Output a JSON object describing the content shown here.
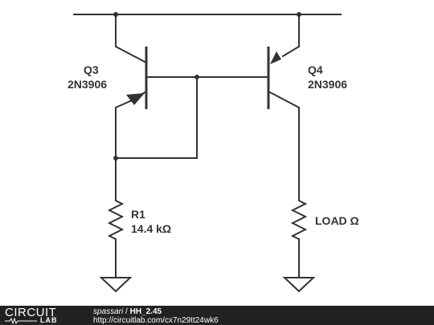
{
  "components": {
    "q3": {
      "ref": "Q3",
      "part": "2N3906"
    },
    "q4": {
      "ref": "Q4",
      "part": "2N3906"
    },
    "r1": {
      "ref": "R1",
      "value": "14.4 kΩ"
    },
    "load": {
      "label": "LOAD Ω"
    }
  },
  "footer": {
    "logo_text": "CIRCUIT",
    "logo_sub": "LAB",
    "author": "spassari",
    "separator": " / ",
    "project": "HH_2.45",
    "url": "http://circuitlab.com/cx7n29tt24wk6"
  },
  "colors": {
    "wire": "#333333",
    "footer_bg": "#222222",
    "footer_text": "#ffffff"
  }
}
